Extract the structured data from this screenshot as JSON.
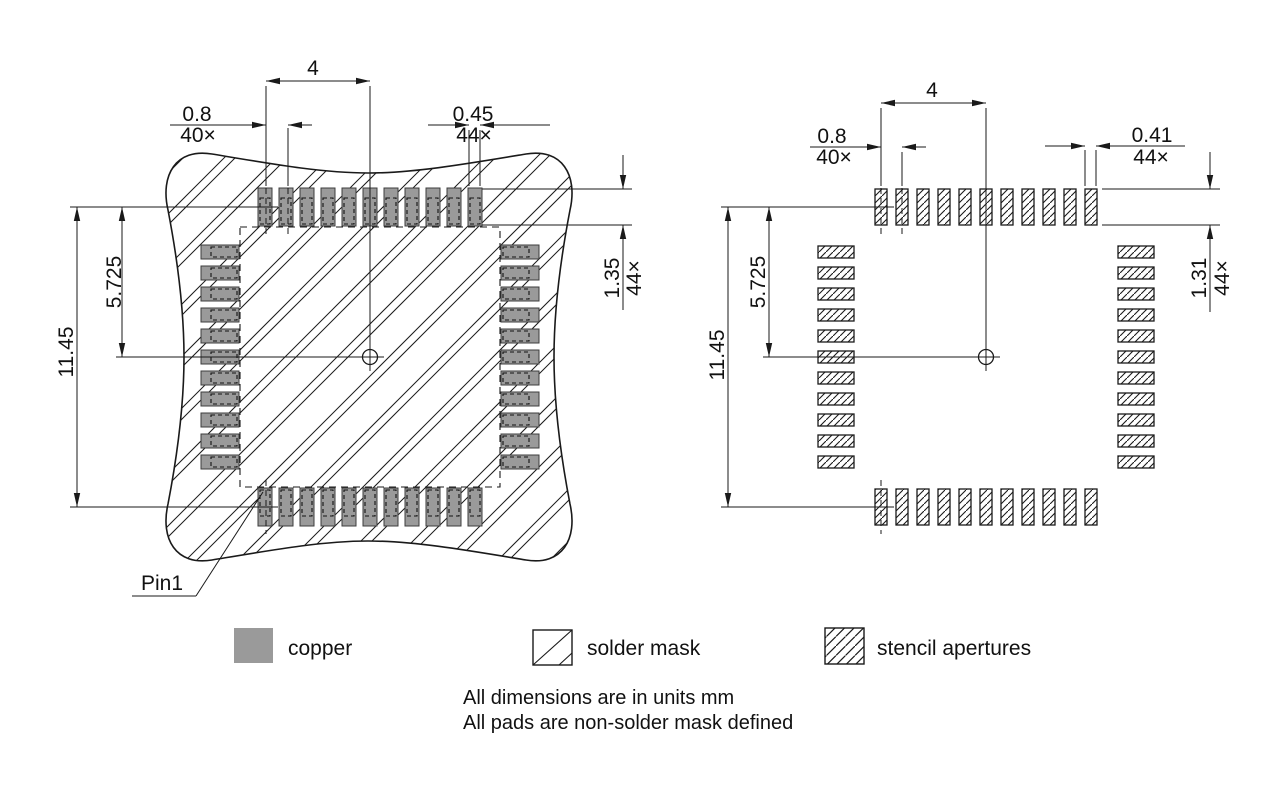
{
  "figure": {
    "type": "PCB land pattern drawing, QFP-44 footprint",
    "notes": {
      "units": "All dimensions are in units mm",
      "pads": "All pads are non-solder mask defined"
    }
  },
  "legend": {
    "copper_label": "copper",
    "solder_mask_label": "solder mask",
    "stencil_apertures_label": "stencil apertures",
    "copper_color": "#9a9a9a"
  },
  "left_view": {
    "description": "copper pads with solder mask",
    "pads_per_side": 11,
    "pin1_label": "Pin1",
    "dims": {
      "half_span": "4",
      "pitch": "0.8",
      "pitch_count": "40×",
      "pad_width": "0.45",
      "pad_width_count": "44×",
      "pad_length": "1.35",
      "pad_length_count": "44×",
      "center_offset": "5.725",
      "overall": "11.45"
    }
  },
  "right_view": {
    "description": "stencil apertures",
    "pads_per_side": 11,
    "dims": {
      "half_span": "4",
      "pitch": "0.8",
      "pitch_count": "40×",
      "aperture_width": "0.41",
      "aperture_width_count": "44×",
      "aperture_length": "1.31",
      "aperture_length_count": "44×",
      "center_offset": "5.725",
      "overall": "11.45"
    }
  }
}
